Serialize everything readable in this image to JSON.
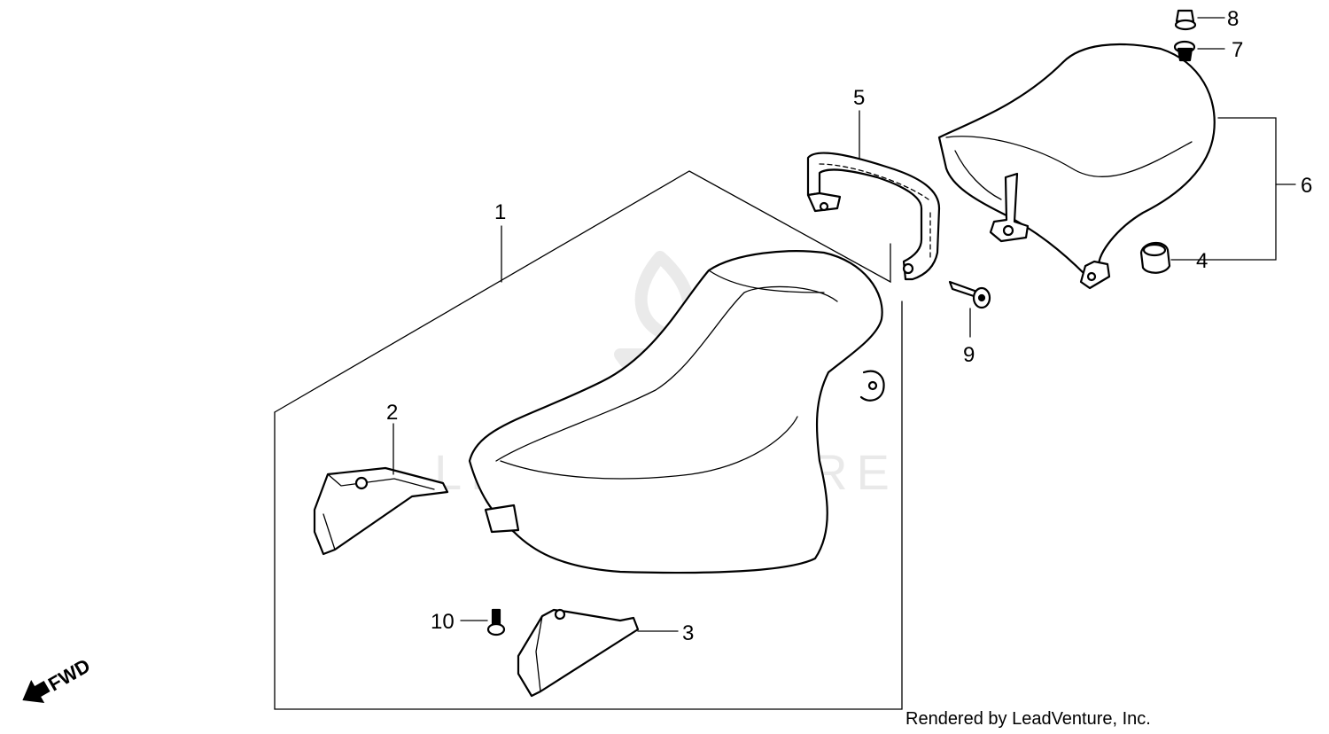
{
  "callouts": [
    "1",
    "2",
    "3",
    "4",
    "5",
    "6",
    "7",
    "8",
    "9",
    "10"
  ],
  "direction_label": "FWD",
  "watermark": "LEADVENTURE",
  "credit": "Rendered by LeadVenture, Inc.",
  "colors": {
    "ink": "#000000",
    "paper": "#ffffff",
    "watermark": "#d8d8d8"
  },
  "icons": [
    "fwd-arrow-icon",
    "leadventure-logo-icon"
  ]
}
